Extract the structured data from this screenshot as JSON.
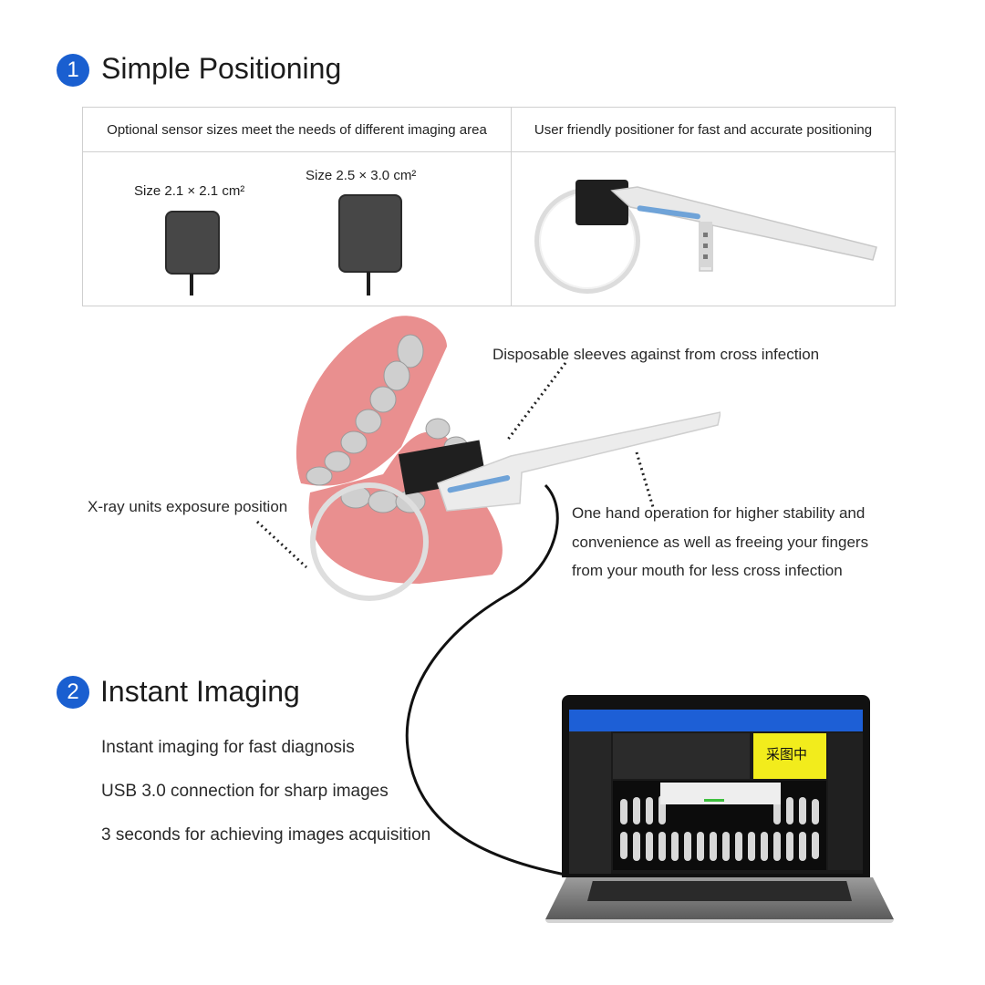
{
  "section1": {
    "number": "1",
    "title": "Simple Positioning"
  },
  "table": {
    "header_left": "Optional sensor sizes meet the needs of different imaging area",
    "header_right": "User friendly positioner for fast and accurate positioning",
    "sensor_small_label": "Size  2.1 × 2.1 cm²",
    "sensor_large_label": "Size  2.5 × 3.0 cm²"
  },
  "diagram": {
    "note_sleeves": "Disposable sleeves against from cross infection",
    "note_xray": "X-ray units exposure position",
    "note_onehand": [
      "One hand operation for higher stability and",
      "convenience as well as freeing your fingers",
      "from your mouth for less cross infection"
    ]
  },
  "section2": {
    "number": "2",
    "title": "Instant Imaging"
  },
  "features": [
    "Instant imaging for fast diagnosis",
    "USB 3.0 connection for sharp images",
    "3 seconds for achieving images acquisition"
  ],
  "laptop": {
    "capture_status": "采图中"
  },
  "colors": {
    "accent": "#1a5fd0",
    "status_yellow": "#f2ec1c",
    "gum_pink": "#e98f8f"
  }
}
